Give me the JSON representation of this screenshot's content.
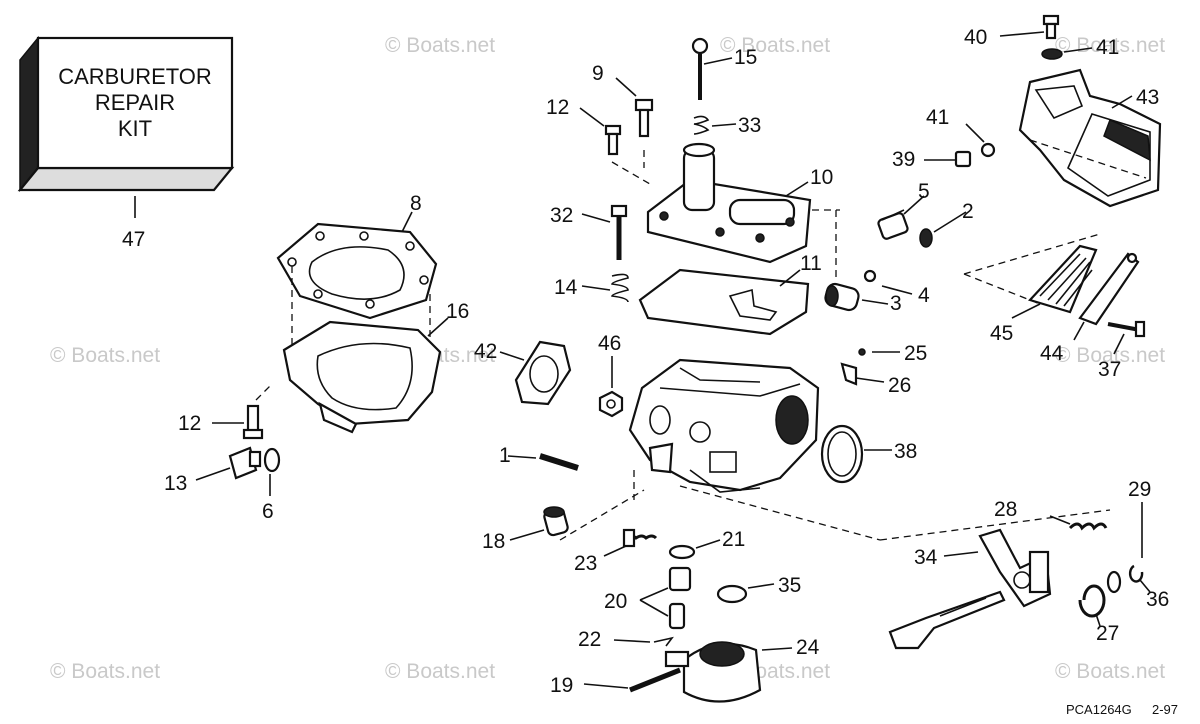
{
  "kit": {
    "line1": "CARBURETOR",
    "line2": "REPAIR",
    "line3": "KIT"
  },
  "watermark": "© Boats.net",
  "drawing_code": "PCA1264G",
  "drawing_date": "2-97",
  "callouts": [
    {
      "id": "c1",
      "text": "1"
    },
    {
      "id": "c2",
      "text": "2"
    },
    {
      "id": "c3",
      "text": "3"
    },
    {
      "id": "c4",
      "text": "4"
    },
    {
      "id": "c5",
      "text": "5"
    },
    {
      "id": "c6",
      "text": "6"
    },
    {
      "id": "c8",
      "text": "8"
    },
    {
      "id": "c9",
      "text": "9"
    },
    {
      "id": "c10",
      "text": "10"
    },
    {
      "id": "c11",
      "text": "11"
    },
    {
      "id": "c12a",
      "text": "12"
    },
    {
      "id": "c12b",
      "text": "12"
    },
    {
      "id": "c13",
      "text": "13"
    },
    {
      "id": "c14",
      "text": "14"
    },
    {
      "id": "c15",
      "text": "15"
    },
    {
      "id": "c16",
      "text": "16"
    },
    {
      "id": "c18",
      "text": "18"
    },
    {
      "id": "c19",
      "text": "19"
    },
    {
      "id": "c20",
      "text": "20"
    },
    {
      "id": "c21",
      "text": "21"
    },
    {
      "id": "c22",
      "text": "22"
    },
    {
      "id": "c23",
      "text": "23"
    },
    {
      "id": "c24",
      "text": "24"
    },
    {
      "id": "c25",
      "text": "25"
    },
    {
      "id": "c26",
      "text": "26"
    },
    {
      "id": "c27",
      "text": "27"
    },
    {
      "id": "c28",
      "text": "28"
    },
    {
      "id": "c29",
      "text": "29"
    },
    {
      "id": "c32",
      "text": "32"
    },
    {
      "id": "c33",
      "text": "33"
    },
    {
      "id": "c34",
      "text": "34"
    },
    {
      "id": "c35",
      "text": "35"
    },
    {
      "id": "c36",
      "text": "36"
    },
    {
      "id": "c37",
      "text": "37"
    },
    {
      "id": "c38",
      "text": "38"
    },
    {
      "id": "c39",
      "text": "39"
    },
    {
      "id": "c40",
      "text": "40"
    },
    {
      "id": "c41a",
      "text": "41"
    },
    {
      "id": "c41b",
      "text": "41"
    },
    {
      "id": "c42",
      "text": "42"
    },
    {
      "id": "c43",
      "text": "43"
    },
    {
      "id": "c44",
      "text": "44"
    },
    {
      "id": "c45",
      "text": "45"
    },
    {
      "id": "c46",
      "text": "46"
    },
    {
      "id": "c47",
      "text": "47"
    }
  ]
}
